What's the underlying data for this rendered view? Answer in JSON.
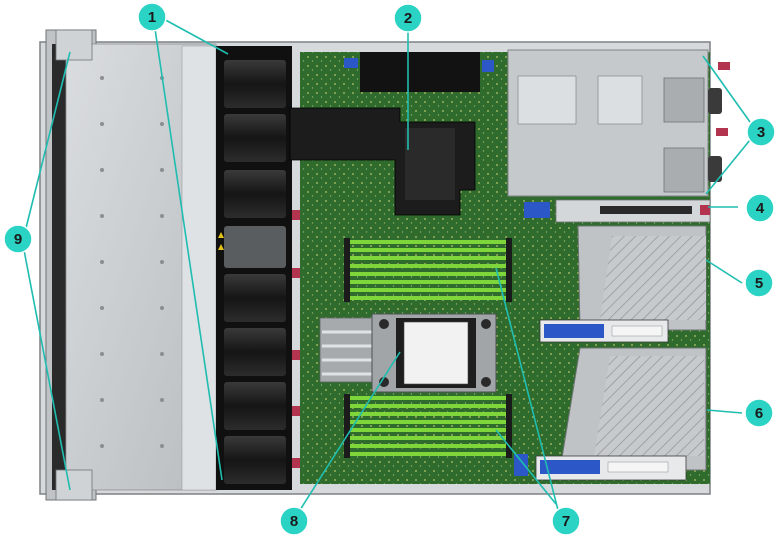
{
  "callouts": [
    {
      "id": 1,
      "label": "1"
    },
    {
      "id": 2,
      "label": "2"
    },
    {
      "id": 3,
      "label": "3"
    },
    {
      "id": 4,
      "label": "4"
    },
    {
      "id": 5,
      "label": "5"
    },
    {
      "id": 6,
      "label": "6"
    },
    {
      "id": 7,
      "label": "7"
    },
    {
      "id": 8,
      "label": "8"
    },
    {
      "id": 9,
      "label": "9"
    }
  ],
  "colors": {
    "callout_fill": "#2ad3c4",
    "leader_line": "#1fbdb0",
    "board_green": "#2f6b2c",
    "board_green_light": "#3f8a37",
    "chassis_gray": "#c9ccce",
    "chassis_dark": "#1e1e1e",
    "dimm_green": "#7fd63a",
    "accent_blue": "#2b57c7",
    "release_red": "#b2344f"
  },
  "icons": [
    "hazard-triangle-icon",
    "hazard-triangle-icon"
  ]
}
